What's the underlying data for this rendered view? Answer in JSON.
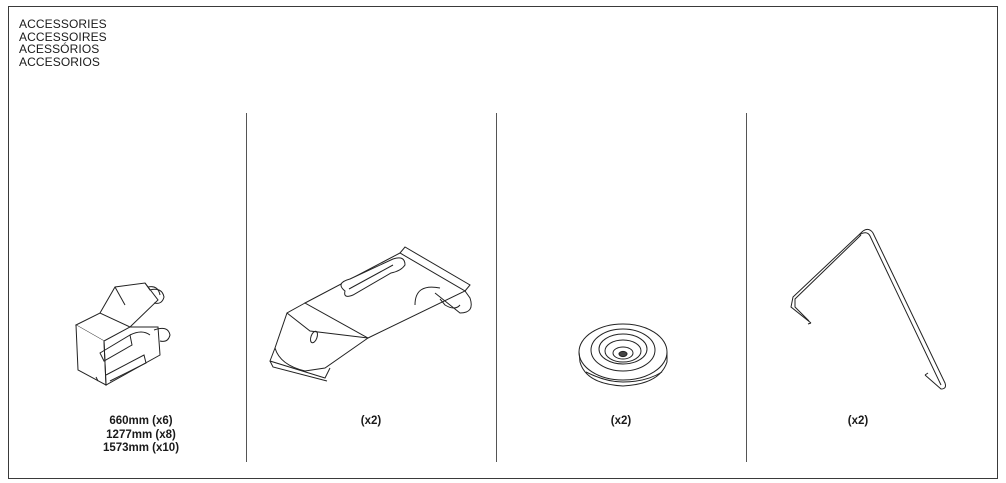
{
  "header": {
    "titles": [
      "ACCESSORIES",
      "ACCESSOIRES",
      "ACESSÓRIOS",
      "ACCESORIOS"
    ]
  },
  "panels": [
    {
      "name": "end-clip",
      "icon": "bent-clip-icon",
      "captions": [
        "660mm (x6)",
        "1277mm (x8)",
        "1573mm (x10)"
      ]
    },
    {
      "name": "mounting-bracket",
      "icon": "slotted-bracket-icon",
      "captions": [
        "(x2)"
      ]
    },
    {
      "name": "rubber-grommet",
      "icon": "grommet-icon",
      "captions": [
        "(x2)"
      ]
    },
    {
      "name": "wire-stand",
      "icon": "wire-hook-icon",
      "captions": [
        "(x2)"
      ]
    }
  ]
}
